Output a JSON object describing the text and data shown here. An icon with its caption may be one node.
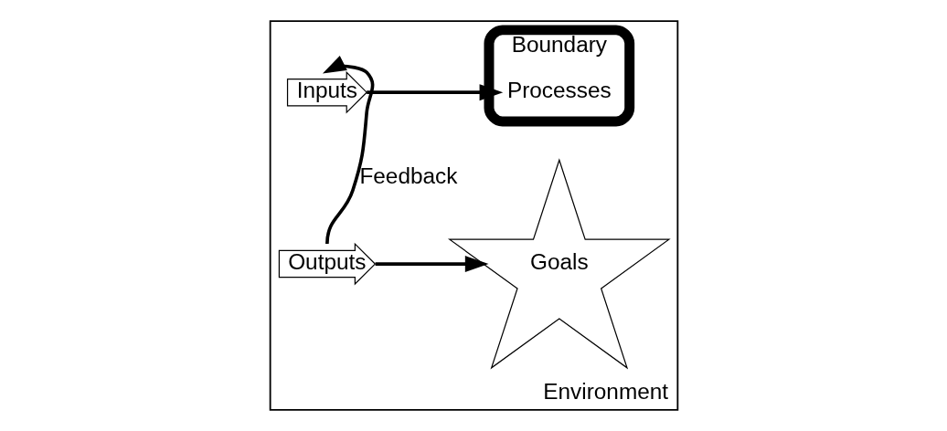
{
  "diagram": {
    "nodes": [
      {
        "text": [
          "Environment"
        ]
      },
      {
        "text": [
          "Boundary"
        ],
        "in": 0
      },
      {
        "text": [
          "Inputs"
        ],
        "in": 0
      },
      {
        "text": [
          "Processes"
        ],
        "in": 1
      },
      {
        "text": [
          "Outputs"
        ],
        "in": 0
      },
      {
        "text": [
          "Goals"
        ],
        "in": 0
      }
    ],
    "edges": [
      {
        "from": 2,
        "to": 3,
        "arrow": "to"
      },
      {
        "from": 4,
        "to": 5,
        "arrow": "to"
      },
      {
        "from": 4,
        "to": 2,
        "arrow": "to",
        "label": "Feedback"
      }
    ]
  }
}
